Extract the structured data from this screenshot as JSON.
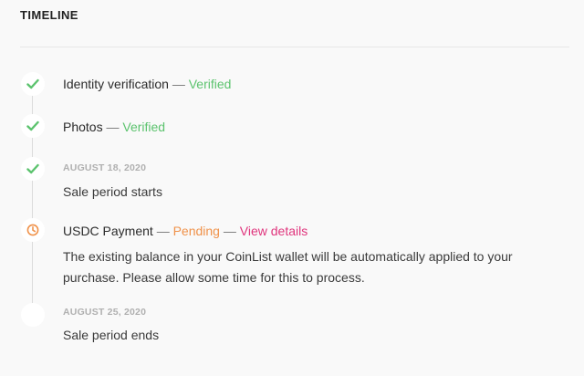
{
  "section": {
    "title": "TIMELINE"
  },
  "separator": "—",
  "steps": [
    {
      "label": "Identity verification",
      "status": "Verified",
      "icon": "check-icon"
    },
    {
      "label": "Photos",
      "status": "Verified",
      "icon": "check-icon"
    },
    {
      "date": "AUGUST 18, 2020",
      "label": "Sale period starts",
      "icon": "check-icon"
    },
    {
      "label": "USDC Payment",
      "status": "Pending",
      "link": "View details",
      "icon": "clock-icon",
      "description": "The existing balance in your CoinList wallet will be automatically applied to your purchase. Please allow some time for this to process."
    },
    {
      "date": "AUGUST 25, 2020",
      "label": "Sale period ends",
      "icon": "empty-circle"
    }
  ],
  "colors": {
    "verified": "#5cc36e",
    "pending": "#f0924a",
    "link": "#e0357d",
    "check": "#5cc36e",
    "clock": "#f0924a"
  }
}
